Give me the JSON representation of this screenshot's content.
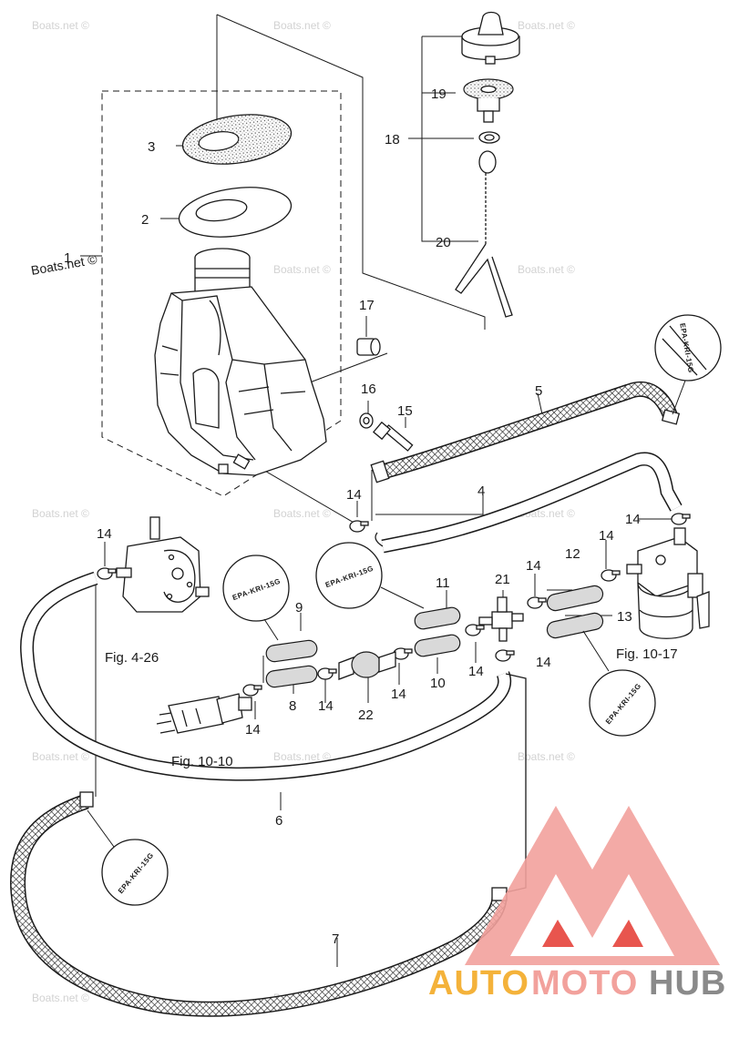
{
  "watermark": {
    "text": "Boats.net ©",
    "strong_text": "Boats.net ©"
  },
  "callouts": {
    "n1": "1",
    "n2": "2",
    "n3": "3",
    "n4": "4",
    "n5": "5",
    "n6": "6",
    "n7": "7",
    "n8": "8",
    "n9": "9",
    "n10": "10",
    "n11": "11",
    "n12": "12",
    "n13": "13",
    "n14": "14",
    "n15": "15",
    "n16": "16",
    "n17": "17",
    "n18": "18",
    "n19": "19",
    "n20": "20",
    "n21": "21",
    "n22": "22"
  },
  "figure_refs": {
    "fig_4_26": "Fig. 4-26",
    "fig_10_10": "Fig. 10-10",
    "fig_10_17": "Fig. 10-17"
  },
  "epa_label": "EPA-KRI-15G",
  "logo": {
    "auto": "AUTO",
    "moto": "MOTO",
    "hub": "HUB",
    "color_red": "#e8554e",
    "color_pink": "#f2a19c",
    "color_grey": "#8a8a8a",
    "color_yellow": "#f4b23a"
  }
}
